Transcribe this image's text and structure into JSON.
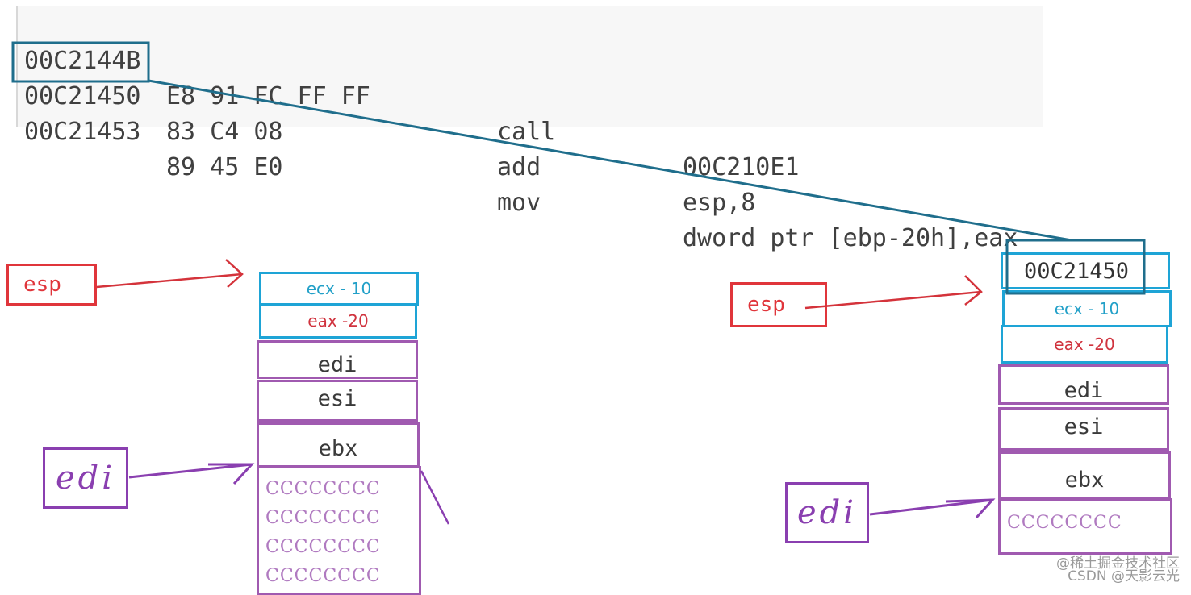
{
  "disassembly": {
    "rows": [
      {
        "address": "00C2144B",
        "bytes": "E8 91 FC FF FF",
        "mnemonic": "call",
        "operands": "00C210E1"
      },
      {
        "address": "00C21450",
        "bytes": "83 C4 08",
        "mnemonic": "add",
        "operands": "esp,8"
      },
      {
        "address": "00C21453",
        "bytes": "89 45 E0",
        "mnemonic": "mov",
        "operands": "dword ptr [ebp-20h],eax"
      }
    ]
  },
  "left_stack": {
    "esp_label": "esp",
    "edi_label": "edi",
    "cells": {
      "ecx": "ecx - 10",
      "eax": "eax -20",
      "edi": "edi",
      "esi": "esi",
      "ebx": "ebx"
    },
    "fill_lines": [
      "CCCCCCCC",
      "CCCCCCCC",
      "CCCCCCCC",
      "CCCCCCCC"
    ]
  },
  "right_stack": {
    "esp_label": "esp",
    "edi_label": "edi",
    "return_address": "00C21450",
    "cells": {
      "ecx": "ecx - 10",
      "eax": "eax -20",
      "edi": "edi",
      "esi": "esi",
      "ebx": "ebx"
    },
    "fill_lines": [
      "CCCCCCCC"
    ]
  },
  "watermark": {
    "line1": "@稀土掘金技术社区",
    "line2": "CSDN @天影云光"
  },
  "colors": {
    "highlight": "#1f6e8c",
    "esp": "#e0353b",
    "edi": "#8a3fb0",
    "cell_blue": "#1ea4d6",
    "cell_purple": "#a05ab0"
  }
}
